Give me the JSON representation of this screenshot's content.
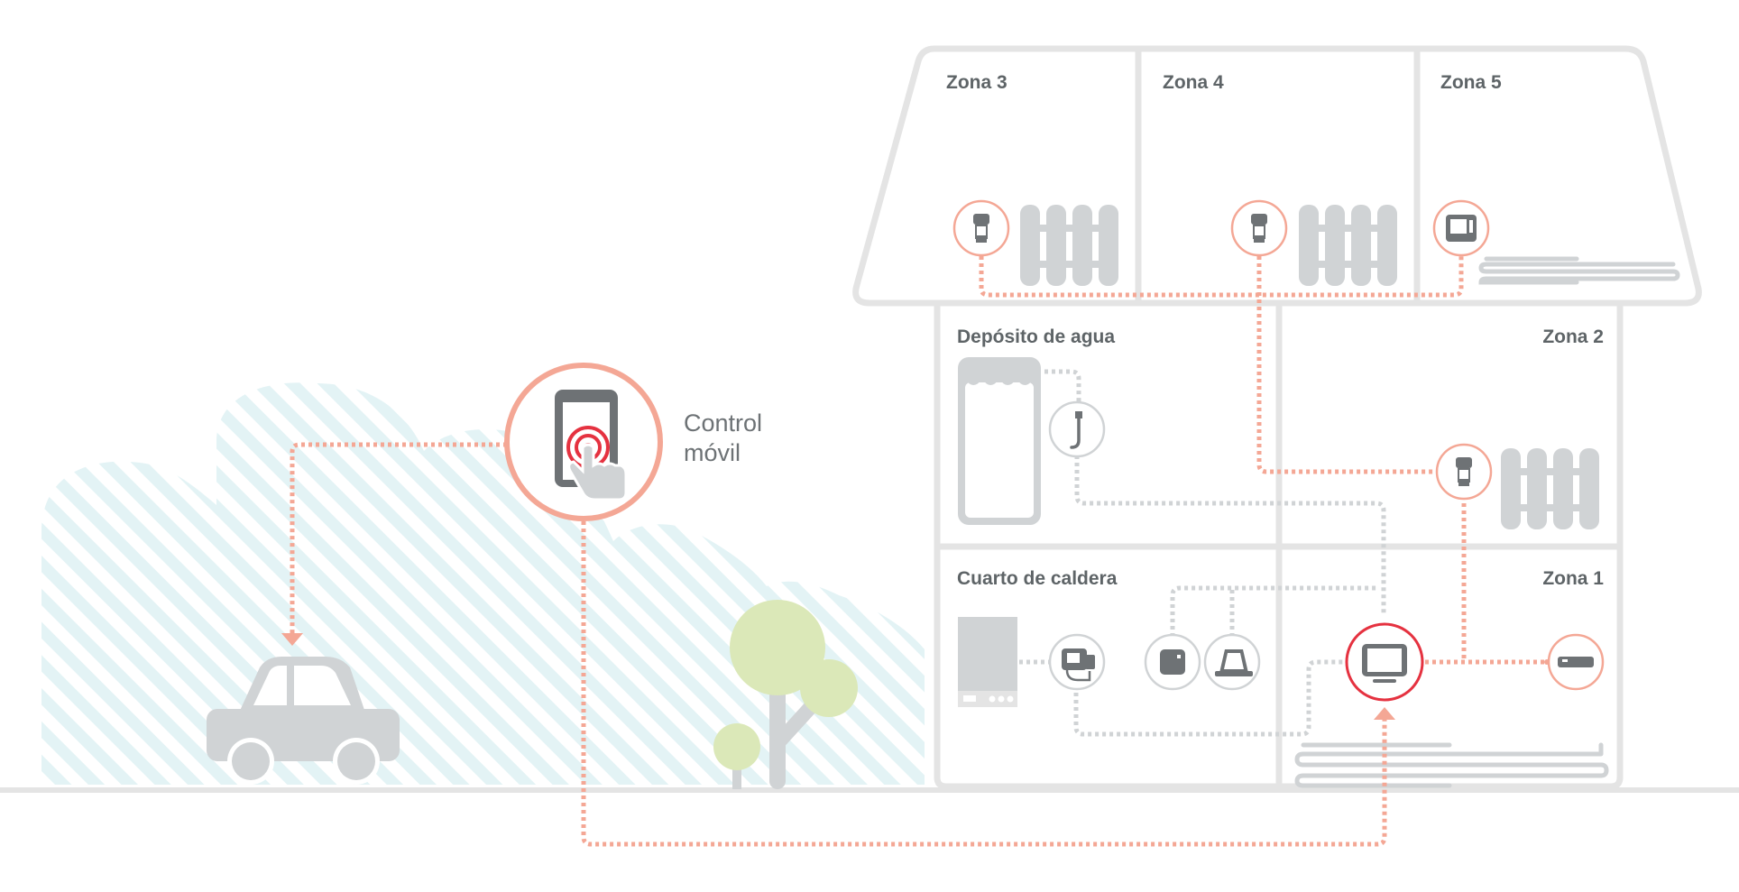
{
  "labels": {
    "zona3": "Zona 3",
    "zona4": "Zona 4",
    "zona5": "Zona 5",
    "deposito": "Depósito de agua",
    "zona2": "Zona 2",
    "caldera": "Cuarto de caldera",
    "zona1": "Zona 1",
    "control_line1": "Control",
    "control_line2": "móvil"
  },
  "colors": {
    "outline": "#e4e4e4",
    "device_gray": "#d0d3d5",
    "dark_device": "#6e7275",
    "accent_salmon": "#f4a795",
    "accent_red": "#e53240",
    "hatch": "#e3f3f5",
    "tree": "#dbe8b8",
    "text": "#5e6467"
  },
  "icons": [
    "smartphone-touch-icon",
    "car-icon",
    "tree-icon",
    "thermostatic-valve-icon",
    "radiator-icon",
    "room-thermostat-icon",
    "floor-heating-icon",
    "water-tank-icon",
    "temperature-sensor-icon",
    "boiler-icon",
    "boiler-receiver-icon",
    "extension-module-icon",
    "gateway-icon",
    "central-controller-icon",
    "wall-switch-icon"
  ]
}
